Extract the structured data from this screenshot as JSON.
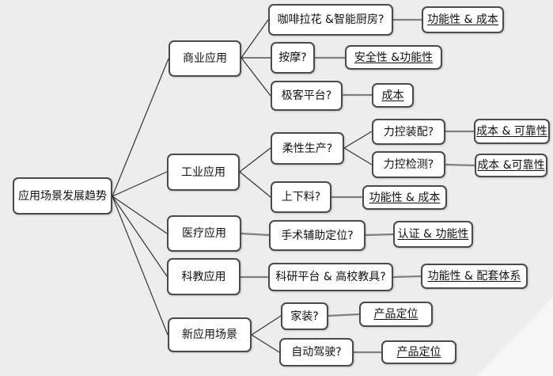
{
  "diagram": {
    "type": "mindmap-tree",
    "topic": "应用场景发展趋势",
    "colors": {
      "background": "#ededee",
      "node_fill": "#ffffff",
      "node_border": "#4a4a4a",
      "tree_line": "#333333",
      "connector_line": "#7f7f7f"
    }
  },
  "nodes": {
    "root": {
      "label": "应用场景发展趋势"
    },
    "commercial": {
      "label": "商业应用"
    },
    "industrial": {
      "label": "工业应用"
    },
    "medical": {
      "label": "医疗应用"
    },
    "sci_edu": {
      "label": "科教应用"
    },
    "new_scenarios": {
      "label": "新应用场景"
    },
    "coffee_kitchen": {
      "label": "咖啡拉花 &智能厨房?"
    },
    "massage": {
      "label": "按摩?"
    },
    "geek_platform": {
      "label": "极客平台?"
    },
    "flexible_production": {
      "label": "柔性生产?"
    },
    "loading_unloading": {
      "label": "上下料?"
    },
    "surgical_positioning": {
      "label": "手术辅助定位?"
    },
    "research_platform": {
      "label": "科研平台 & 高校教具?"
    },
    "home_decoration": {
      "label": "家装?"
    },
    "autonomous_driving": {
      "label": "自动驾驶?"
    },
    "force_assembly": {
      "label": "力控装配?"
    },
    "force_inspection": {
      "label": "力控检测?"
    },
    "kpi_function_cost_1": {
      "label": "功能性 & 成本"
    },
    "kpi_safety_function": {
      "label": "安全性 &功能性"
    },
    "kpi_cost": {
      "label": "成本"
    },
    "kpi_cost_reliability_1": {
      "label": "成本 & 可靠性"
    },
    "kpi_cost_reliability_2": {
      "label": "成本 &可靠性"
    },
    "kpi_function_cost_2": {
      "label": "功能性 & 成本"
    },
    "kpi_certification_function": {
      "label": "认证 & 功能性"
    },
    "kpi_function_support": {
      "label": "功能性 & 配套体系"
    },
    "kpi_product_positioning_1": {
      "label": "产品定位"
    },
    "kpi_product_positioning_2": {
      "label": "产品定位"
    }
  },
  "structure": [
    {
      "parent": "root",
      "child": "commercial"
    },
    {
      "parent": "root",
      "child": "industrial"
    },
    {
      "parent": "root",
      "child": "medical"
    },
    {
      "parent": "root",
      "child": "sci_edu"
    },
    {
      "parent": "root",
      "child": "new_scenarios"
    },
    {
      "parent": "commercial",
      "child": "coffee_kitchen"
    },
    {
      "parent": "commercial",
      "child": "massage"
    },
    {
      "parent": "commercial",
      "child": "geek_platform"
    },
    {
      "parent": "industrial",
      "child": "flexible_production"
    },
    {
      "parent": "industrial",
      "child": "loading_unloading"
    },
    {
      "parent": "flexible_production",
      "child": "force_assembly"
    },
    {
      "parent": "flexible_production",
      "child": "force_inspection"
    },
    {
      "parent": "medical",
      "child": "surgical_positioning"
    },
    {
      "parent": "sci_edu",
      "child": "research_platform"
    },
    {
      "parent": "new_scenarios",
      "child": "home_decoration"
    },
    {
      "parent": "new_scenarios",
      "child": "autonomous_driving"
    },
    {
      "parent": "coffee_kitchen",
      "child": "kpi_function_cost_1"
    },
    {
      "parent": "massage",
      "child": "kpi_safety_function"
    },
    {
      "parent": "geek_platform",
      "child": "kpi_cost"
    },
    {
      "parent": "force_assembly",
      "child": "kpi_cost_reliability_1"
    },
    {
      "parent": "force_inspection",
      "child": "kpi_cost_reliability_2"
    },
    {
      "parent": "loading_unloading",
      "child": "kpi_function_cost_2"
    },
    {
      "parent": "surgical_positioning",
      "child": "kpi_certification_function"
    },
    {
      "parent": "research_platform",
      "child": "kpi_function_support"
    },
    {
      "parent": "home_decoration",
      "child": "kpi_product_positioning_1"
    },
    {
      "parent": "autonomous_driving",
      "child": "kpi_product_positioning_2"
    }
  ]
}
